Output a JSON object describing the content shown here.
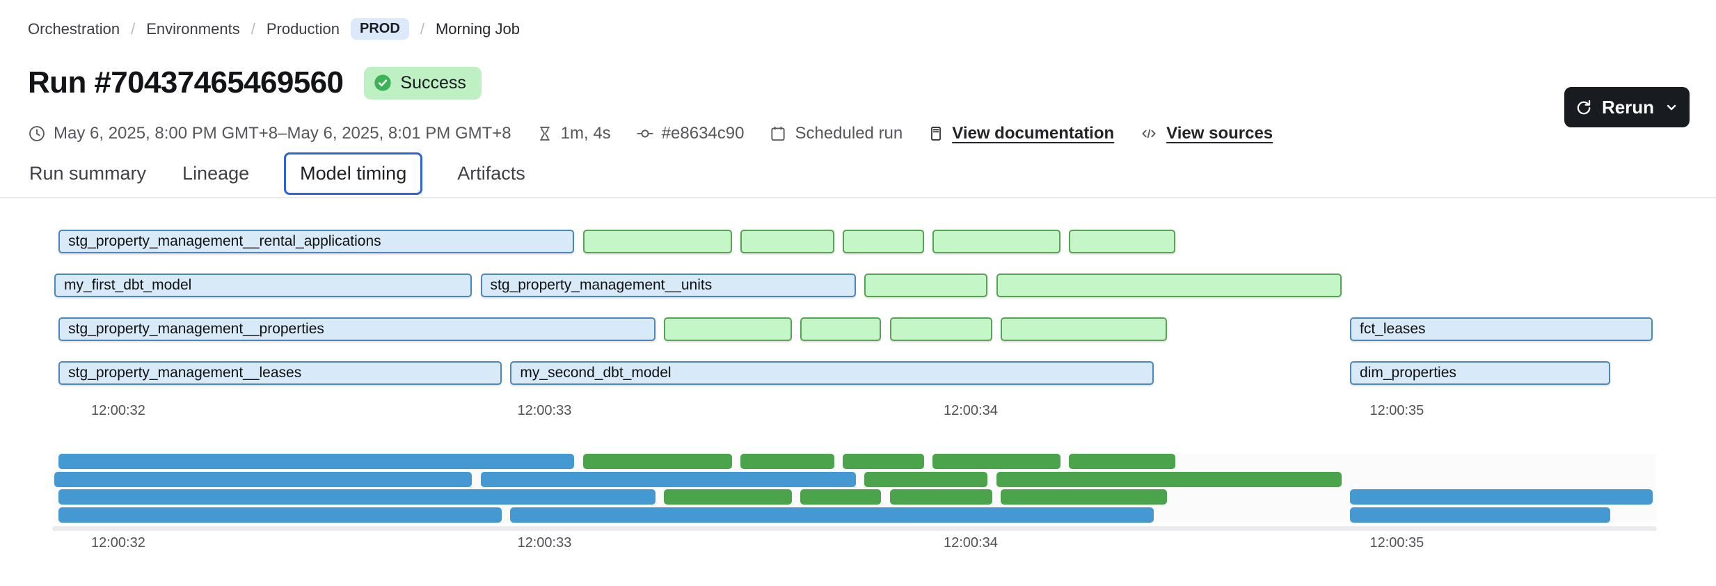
{
  "breadcrumb": {
    "items": [
      "Orchestration",
      "Environments",
      "Production",
      "Morning Job"
    ],
    "separator": "/",
    "env_badge": "PROD"
  },
  "header": {
    "run_title": "Run #70437465469560",
    "status": "Success"
  },
  "meta": {
    "time_range": "May 6, 2025, 8:00 PM GMT+8–May 6, 2025, 8:01 PM GMT+8",
    "duration": "1m, 4s",
    "commit": "#e8634c90",
    "trigger": "Scheduled run",
    "documentation_link": "View documentation",
    "sources_link": "View sources"
  },
  "actions": {
    "rerun_label": "Rerun"
  },
  "tabs": [
    {
      "label": "Run summary",
      "selected": false
    },
    {
      "label": "Lineage",
      "selected": false
    },
    {
      "label": "Model timing",
      "selected": true
    },
    {
      "label": "Artifacts",
      "selected": false
    }
  ],
  "ui_colors": {
    "success_badge_bg": "#bff0c4",
    "success_icon": "#3eb257",
    "prod_badge_bg": "#dbe9fb",
    "active_tab_border": "#2f62df",
    "rerun_button_bg": "#181b1f"
  },
  "chart_data": {
    "type": "gantt",
    "title": "Model timing",
    "time_domain": [
      31.845,
      35.61
    ],
    "ticks": [
      {
        "t": 32,
        "label": "12:00:32"
      },
      {
        "t": 33,
        "label": "12:00:33"
      },
      {
        "t": 34,
        "label": "12:00:34"
      },
      {
        "t": 35,
        "label": "12:00:35"
      }
    ],
    "colors": {
      "model_fill": "#d8e9f7",
      "model_border": "#4d86ba",
      "test_fill": "#c5f6c8",
      "test_border": "#57a257",
      "minimap_model": "#4599d2",
      "minimap_test": "#4ba44b"
    },
    "rows": [
      [
        {
          "label": "stg_property_management__rental_applications",
          "start": 31.86,
          "end": 33.07,
          "kind": "model"
        },
        {
          "label": "",
          "start": 33.09,
          "end": 33.44,
          "kind": "test"
        },
        {
          "label": "",
          "start": 33.46,
          "end": 33.68,
          "kind": "test"
        },
        {
          "label": "",
          "start": 33.7,
          "end": 33.89,
          "kind": "test"
        },
        {
          "label": "",
          "start": 33.91,
          "end": 34.21,
          "kind": "test"
        },
        {
          "label": "",
          "start": 34.23,
          "end": 34.48,
          "kind": "test"
        }
      ],
      [
        {
          "label": "my_first_dbt_model",
          "start": 31.85,
          "end": 32.83,
          "kind": "model"
        },
        {
          "label": "stg_property_management__units",
          "start": 32.85,
          "end": 33.73,
          "kind": "model"
        },
        {
          "label": "",
          "start": 33.75,
          "end": 34.04,
          "kind": "test"
        },
        {
          "label": "",
          "start": 34.06,
          "end": 34.87,
          "kind": "test"
        }
      ],
      [
        {
          "label": "stg_property_management__properties",
          "start": 31.86,
          "end": 33.26,
          "kind": "model"
        },
        {
          "label": "",
          "start": 33.28,
          "end": 33.58,
          "kind": "test"
        },
        {
          "label": "",
          "start": 33.6,
          "end": 33.79,
          "kind": "test"
        },
        {
          "label": "",
          "start": 33.81,
          "end": 34.05,
          "kind": "test"
        },
        {
          "label": "",
          "start": 34.07,
          "end": 34.46,
          "kind": "test"
        },
        {
          "label": "fct_leases",
          "start": 34.89,
          "end": 35.6,
          "kind": "model"
        }
      ],
      [
        {
          "label": "stg_property_management__leases",
          "start": 31.86,
          "end": 32.9,
          "kind": "model"
        },
        {
          "label": "my_second_dbt_model",
          "start": 32.92,
          "end": 34.43,
          "kind": "model"
        },
        {
          "label": "dim_properties",
          "start": 34.89,
          "end": 35.5,
          "kind": "model"
        }
      ]
    ]
  }
}
